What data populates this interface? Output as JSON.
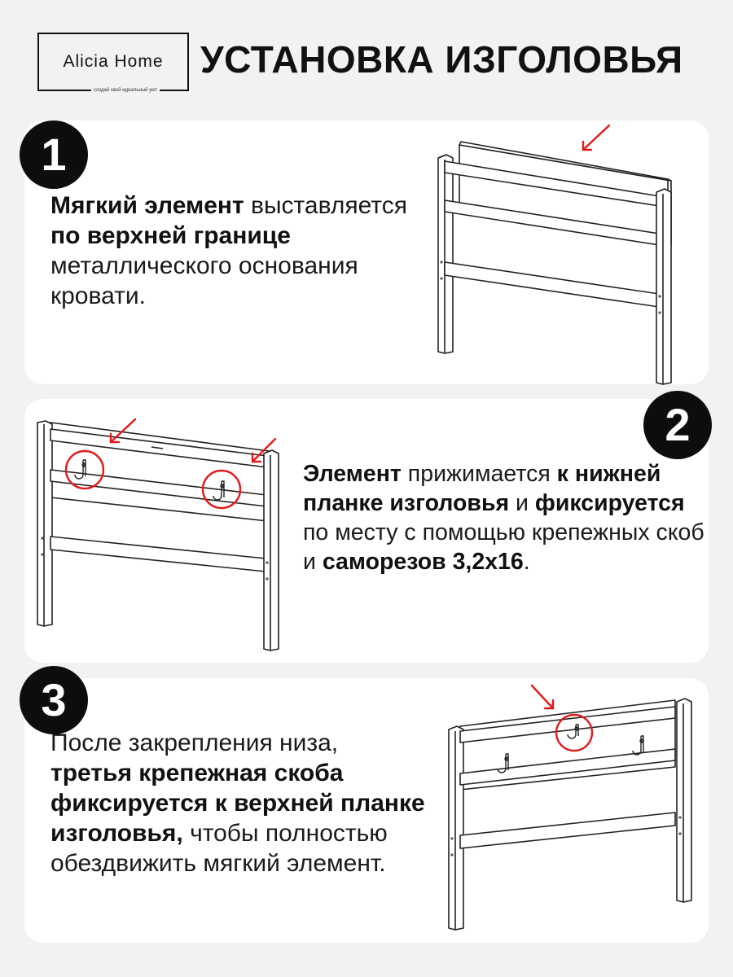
{
  "header": {
    "logo_name": "Alicia Home",
    "logo_tagline": "создай свой идеальный уют",
    "title": "УСТАНОВКА ИЗГОЛОВЬЯ"
  },
  "colors": {
    "background": "#f2f2f2",
    "card": "#ffffff",
    "badge": "#0d0d0d",
    "accent_red": "#e01b1b"
  },
  "steps": [
    {
      "number": "1",
      "parts": [
        {
          "text": "Мягкий элемент",
          "bold": true
        },
        {
          "text": " выставляется ",
          "bold": false
        },
        {
          "text": "по верхней границе",
          "bold": true
        },
        {
          "text": " металлического основания кровати.",
          "bold": false
        }
      ],
      "illustration_icons": [
        "headboard-frame-icon",
        "red-arrow-icon"
      ]
    },
    {
      "number": "2",
      "parts": [
        {
          "text": "Элемент",
          "bold": true
        },
        {
          "text": " прижимается ",
          "bold": false
        },
        {
          "text": "к нижней планке изголовья",
          "bold": true
        },
        {
          "text": " и ",
          "bold": false
        },
        {
          "text": "фиксируется",
          "bold": true
        },
        {
          "text": " по месту с помощью крепежных скоб и ",
          "bold": false
        },
        {
          "text": "саморезов 3,2x16",
          "bold": true
        },
        {
          "text": ".",
          "bold": false
        }
      ],
      "illustration_icons": [
        "headboard-frame-icon",
        "red-arrow-icon",
        "red-circle-highlight-icon",
        "bracket-icon"
      ]
    },
    {
      "number": "3",
      "parts": [
        {
          "text": "После закрепления низа, ",
          "bold": false
        },
        {
          "text": "третья крепежная скоба фиксируется к верхней планке изголовья,",
          "bold": true
        },
        {
          "text": " чтобы полностью обездвижить мягкий элемент.",
          "bold": false
        }
      ],
      "illustration_icons": [
        "headboard-frame-icon",
        "red-arrow-icon",
        "red-circle-highlight-icon",
        "bracket-icon"
      ]
    }
  ]
}
